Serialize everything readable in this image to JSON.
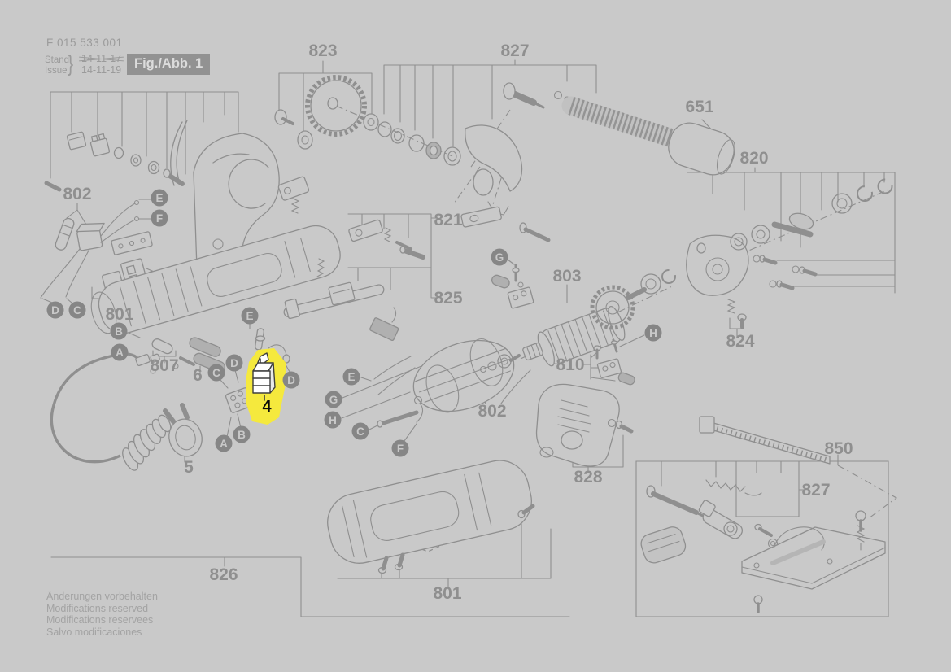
{
  "header": {
    "part_number": "F 015 533 001",
    "stand_label": "Stand",
    "issue_label": "Issue",
    "brace": "}",
    "date_old": "14-11-17",
    "date_new": "14-11-19",
    "figure_label": "Fig./Abb. 1"
  },
  "footer": {
    "lines": [
      "Änderungen vorbehalten",
      "Modifications reserved",
      "Modifications reservees",
      "Salvo modificaciones"
    ]
  },
  "colors": {
    "background": "#c9c9c9",
    "line_art": "#8f8f8f",
    "label_text": "#8f8f8f",
    "badge_fill": "#868686",
    "badge_text": "#c9c9c9",
    "figure_badge_bg": "#929292",
    "figure_badge_text": "#dcdcdc",
    "highlight": "#f5e93d",
    "highlight_text": "#0a0a0a"
  },
  "diagram": {
    "highlighted_part": {
      "text": "4"
    },
    "part_labels": [
      {
        "text": "823"
      },
      {
        "text": "827"
      },
      {
        "text": "651"
      },
      {
        "text": "820"
      },
      {
        "text": "802"
      },
      {
        "text": "821"
      },
      {
        "text": "803"
      },
      {
        "text": "825"
      },
      {
        "text": "801"
      },
      {
        "text": "824"
      },
      {
        "text": "810"
      },
      {
        "text": "807"
      },
      {
        "text": "6"
      },
      {
        "text": "802"
      },
      {
        "text": "5"
      },
      {
        "text": "850"
      },
      {
        "text": "828"
      },
      {
        "text": "827"
      },
      {
        "text": "826"
      },
      {
        "text": "801"
      }
    ],
    "callouts": [
      {
        "letter": "E"
      },
      {
        "letter": "F"
      },
      {
        "letter": "D"
      },
      {
        "letter": "C"
      },
      {
        "letter": "B"
      },
      {
        "letter": "A"
      },
      {
        "letter": "E"
      },
      {
        "letter": "D"
      },
      {
        "letter": "C"
      },
      {
        "letter": "D"
      },
      {
        "letter": "B"
      },
      {
        "letter": "A"
      },
      {
        "letter": "E"
      },
      {
        "letter": "G"
      },
      {
        "letter": "H"
      },
      {
        "letter": "C"
      },
      {
        "letter": "F"
      },
      {
        "letter": "G"
      },
      {
        "letter": "H"
      }
    ]
  }
}
